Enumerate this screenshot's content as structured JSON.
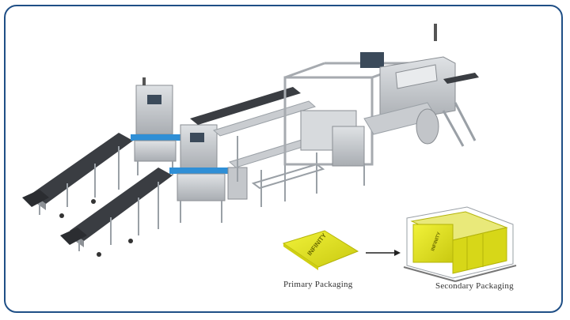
{
  "captions": {
    "primary": "Primary Packaging",
    "secondary": "Secondary Packaging"
  },
  "package_brand": "INFINITY",
  "colors": {
    "frame_border": "#1f4f86",
    "steel": "#b9bcc0",
    "belt": "#3a3d42",
    "accent_blue": "#2f8fd6",
    "package_yellow": "#e6e61a"
  },
  "icons": {
    "arrow": "arrow-right-icon"
  }
}
